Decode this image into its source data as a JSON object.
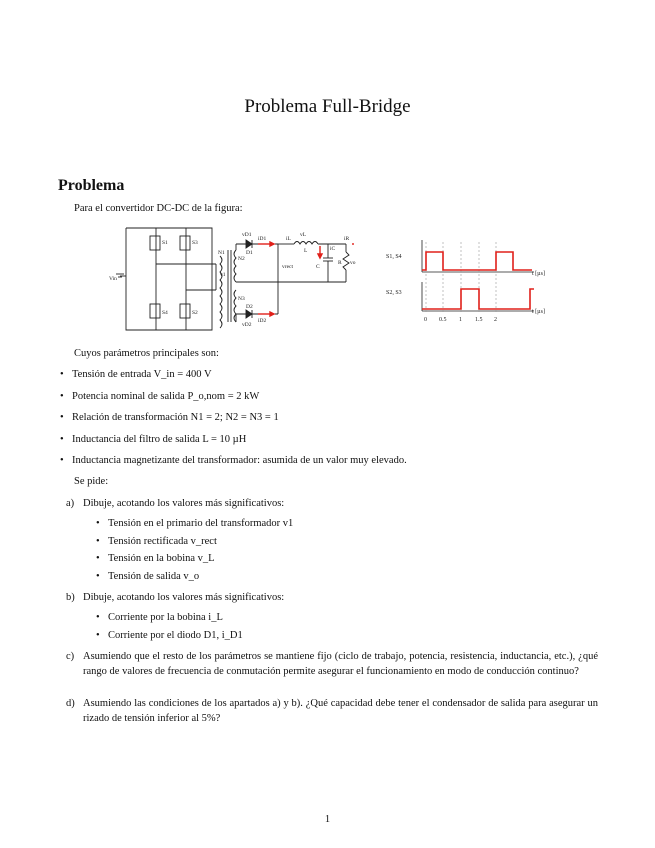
{
  "title": "Problema Full-Bridge",
  "section": "Problema",
  "intro": "Para el convertidor DC-DC de la figura:",
  "params_intro": "Cuyos parámetros principales son:",
  "params": [
    "Tensión de entrada V_in = 400 V",
    "Potencia nominal de salida P_o,nom = 2 kW",
    "Relación de transformación N1 = 2; N2 = N3 = 1",
    "Inductancia del filtro de salida L = 10 µH",
    "Inductancia magnetizante del transformador: asumida de un valor muy elevado."
  ],
  "se_pide": "Se pide:",
  "items": {
    "a": {
      "label": "a)",
      "text": "Dibuje, acotando los valores más significativos:"
    },
    "a_sub": [
      "Tensión en el primario del transformador v1",
      "Tensión rectificada v_rect",
      "Tensión en la bobina v_L",
      "Tensión de salida v_o"
    ],
    "b": {
      "label": "b)",
      "text": "Dibuje, acotando los valores más significativos:"
    },
    "b_sub": [
      "Corriente por la bobina i_L",
      "Corriente por el diodo D1, i_D1"
    ],
    "c": {
      "label": "c)",
      "text": "Asumiendo que el resto de los parámetros se mantiene fijo (ciclo de trabajo, potencia, resistencia, inductancia, etc.), ¿qué rango de valores de frecuencia de conmutación permite asegurar el funcionamiento en modo de conducción continuo?"
    },
    "d": {
      "label": "d)",
      "text": "Asumiendo las condiciones de los apartados a) y b). ¿Qué capacidad debe tener el condensador de salida para asegurar un rizado de tensión inferior al 5%?"
    }
  },
  "circuit": {
    "vin": "Vin",
    "s1": "S1",
    "s2": "S2",
    "s3": "S3",
    "s4": "S4",
    "n1": "N1",
    "n2": "N2",
    "n3": "N3",
    "d1": "D1",
    "d2": "D2",
    "v1": "v1",
    "vd1": "vD1",
    "vd2": "vD2",
    "id1": "iD1",
    "id2": "iD2",
    "vl": "vL",
    "l": "L",
    "il": "iL",
    "c": "C",
    "ic": "iC",
    "r": "R",
    "ir": "iR",
    "vo": "vo",
    "vrect": "vrect"
  },
  "waveform": {
    "s14_label": "S1, S4",
    "s23_label": "S2, S3",
    "axis_label_top": "t [µs]",
    "axis_label_bottom": "t [µs]",
    "ticks": [
      "0",
      "0.5",
      "1",
      "1.5",
      "2"
    ],
    "color": "#e0201a"
  },
  "page_number": "1"
}
